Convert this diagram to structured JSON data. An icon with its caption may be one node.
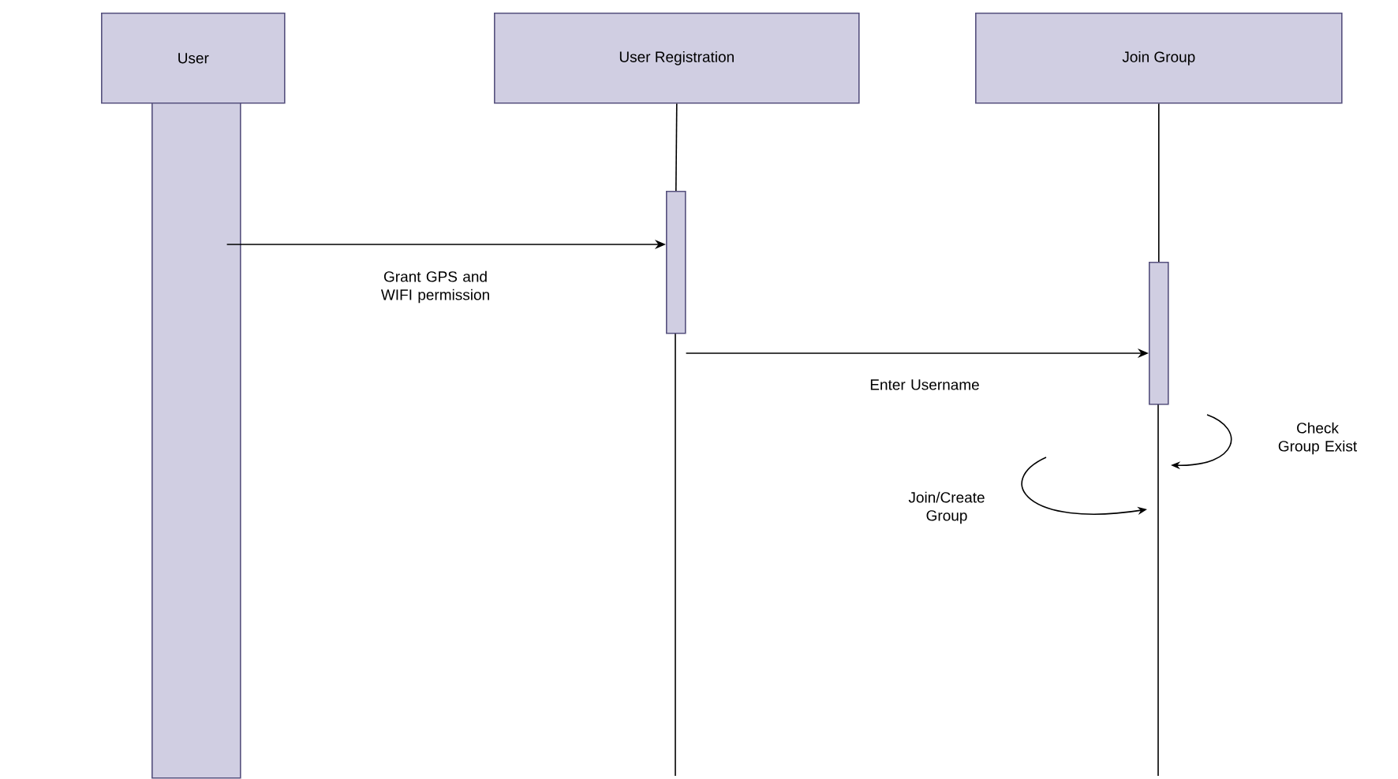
{
  "diagram": {
    "nodes": [
      {
        "text": [
          "User"
        ]
      },
      {
        "text": [
          "User Registration"
        ]
      },
      {
        "text": [
          "Join Group"
        ]
      },
      {
        "text": [],
        "shape": "bar"
      },
      {
        "text": [],
        "shape": "bar"
      },
      {
        "text": [],
        "shape": "bar"
      }
    ],
    "edges": [
      {
        "from": 1,
        "to": 4,
        "arrow": "none"
      },
      {
        "from": 2,
        "to": 5,
        "arrow": "none"
      },
      {
        "from": 3,
        "to": 4,
        "arrow": "to",
        "label": "Grant GPS and WIFI permission"
      },
      {
        "from": 4,
        "to": 5,
        "arrow": "to",
        "label": "Enter Username"
      }
    ],
    "labels": [
      "Check Group Exist",
      "Join/Create Group"
    ]
  }
}
